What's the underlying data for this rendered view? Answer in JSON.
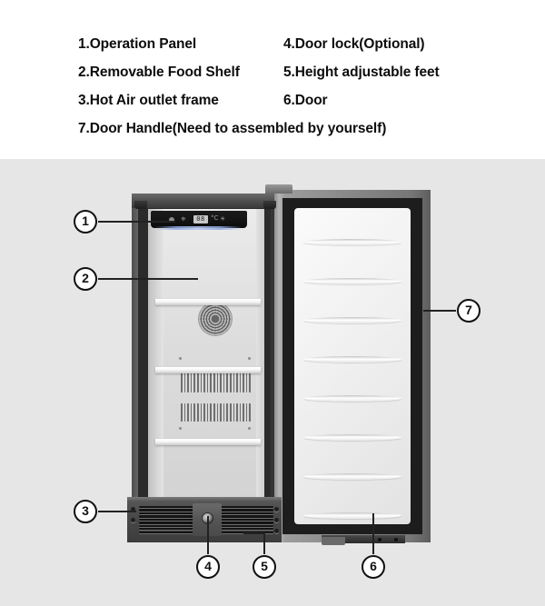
{
  "legend": {
    "items": [
      {
        "number": "1",
        "text": "1.Operation Panel"
      },
      {
        "number": "2",
        "text": "2.Removable Food Shelf"
      },
      {
        "number": "3",
        "text": "3.Hot Air outlet frame"
      },
      {
        "number": "4",
        "text": "4.Door lock(Optional)"
      },
      {
        "number": "5",
        "text": "5.Height adjustable feet"
      },
      {
        "number": "6",
        "text": "6.Door"
      },
      {
        "number": "7",
        "text": "7.Door Handle(Need to assembled by yourself)"
      }
    ]
  },
  "callouts": {
    "one": "1",
    "two": "2",
    "three": "3",
    "four": "4",
    "five": "5",
    "six": "6",
    "seven": "7"
  },
  "control_panel": {
    "display_value": "08",
    "unit_label": "°C",
    "icons": [
      "indicator-dot",
      "power-icon",
      "temperature-display",
      "celsius-unit",
      "light-icon"
    ]
  },
  "colors": {
    "page_background": "#ffffff",
    "panel_background": "#e6e6e6",
    "text": "#0d0d0d",
    "callout_ring": "#111111",
    "cabinet_dark": "#2b2b2b",
    "stainless": "#8e8e8e",
    "interior_white": "#f2f2f2",
    "display_glow": "#b9c9f2"
  }
}
